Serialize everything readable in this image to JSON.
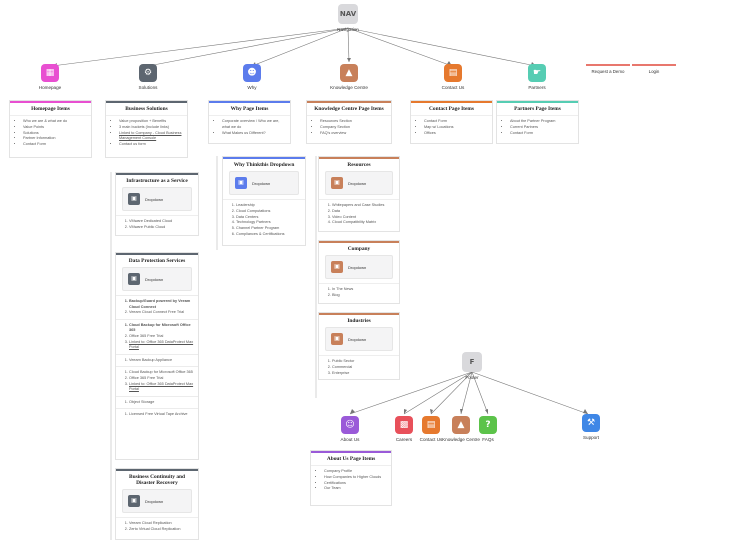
{
  "nav": {
    "icon_text": "NAV",
    "label": "Navigation"
  },
  "footer": {
    "icon_text": "F",
    "label": "Footer"
  },
  "top_nodes": [
    {
      "label": "Homepage",
      "color": "#e84fd1",
      "icon": "calendar-icon"
    },
    {
      "label": "Solutions",
      "color": "#5d6670",
      "icon": "gears-icon"
    },
    {
      "label": "Why",
      "color": "#5c7cec",
      "icon": "person-icon"
    },
    {
      "label": "Knowledge Centre",
      "color": "#c8805a",
      "icon": "graduation-cap-icon"
    },
    {
      "label": "Contact Us",
      "color": "#e6792e",
      "icon": "contact-card-icon"
    },
    {
      "label": "Partners",
      "color": "#56cdb3",
      "icon": "handshake-icon"
    }
  ],
  "top_links": {
    "register": "Request a Demo",
    "login": "Login"
  },
  "cards": {
    "homepage": {
      "title": "Homepage Items",
      "items": [
        "Who we are & what we do",
        "Value Points",
        "Solutions",
        "Partner Information",
        "Contact Form"
      ]
    },
    "solutions": {
      "title": "Business Solutions",
      "items": [
        "Value proposition + Benefits",
        "3 main buckets (Include links)",
        "Linked to Company - Cloud Business Management Console",
        "Contact us form"
      ]
    },
    "why": {
      "title": "Why Page Items",
      "items": [
        "Corporate overview / Who we are, what we do",
        "What Makes us Different?"
      ]
    },
    "knowledge": {
      "title": "Knowledge Centre Page Items",
      "items": [
        "Resources Section",
        "Company Section",
        "FAQ's overview"
      ]
    },
    "contact": {
      "title": "Contact Page Items",
      "items": [
        "Contact Form",
        "Map w/ Locations",
        "Offices"
      ]
    },
    "partners": {
      "title": "Partners Page Items",
      "items": [
        "About the Partner Program",
        "Current Partners",
        "Contact Form"
      ]
    },
    "why_dropdown": {
      "title": "Why Thinkthis Dropdown",
      "dropdown": "Dropdown",
      "items": [
        "Leadership",
        "Cloud Computations",
        "Data Centers",
        "Technology Partners",
        "Channel Partner Program",
        "Compliances & Certifications"
      ]
    },
    "infrastructure": {
      "title": "Infrastructure as a Service",
      "dropdown": "Dropdown",
      "items": [
        "VMware Dedicated Cloud",
        "VMware Public Cloud"
      ]
    },
    "data_protection": {
      "title": "Data Protection Services",
      "dropdown": "Dropdown",
      "groups": [
        [
          "Backup/Guard powered by Veeam Cloud Connect",
          "Veeam Cloud Connect Free Trial"
        ],
        [
          "Cloud Backup for Microsoft Office 365",
          "Office 365 Free Trial",
          "Linked to: Office 365 DataProtect Max Portal"
        ],
        [
          "Veeam Backup Appliance"
        ],
        [
          "Cloud Backup for Microsoft Office 365",
          "Office 365 Free Trial",
          "Linked to: Office 365 DataProtect Max Portal"
        ],
        [
          "Object Storage"
        ],
        [
          "Licensed Free Virtual Tape Archive"
        ]
      ]
    },
    "continuity": {
      "title": "Business Continuity and Disaster Recovery",
      "dropdown": "Dropdown",
      "items": [
        "Veeam Cloud Replication",
        "Zerto Virtual Cloud Replication"
      ]
    },
    "resources": {
      "title": "Resources",
      "dropdown": "Dropdown",
      "items": [
        "Whitepapers and Case Studies",
        "Data",
        "Video Content",
        "Cloud Compatibility Matrix"
      ]
    },
    "company": {
      "title": "Company",
      "dropdown": "Dropdown",
      "items": [
        "In The News",
        "Blog"
      ]
    },
    "industries": {
      "title": "Industries",
      "dropdown": "Dropdown",
      "items": [
        "Public Sector",
        "Commercial",
        "Enterprise"
      ]
    },
    "about": {
      "title": "About Us Page Items",
      "items": [
        "Company Profile",
        "How Companies to Higher Clouds",
        "Certifications",
        "Our Team"
      ]
    }
  },
  "footer_nodes": [
    {
      "label": "About Us",
      "color": "#9a5ad8",
      "icon": "people-icon"
    },
    {
      "label": "Careers",
      "color": "#e8505a",
      "icon": "briefcase-icon"
    },
    {
      "label": "Contact Us",
      "color": "#e6792e",
      "icon": "contact-card-icon"
    },
    {
      "label": "Knowledge Centre",
      "color": "#c8805a",
      "icon": "graduation-cap-icon"
    },
    {
      "label": "FAQs",
      "color": "#5cc34a",
      "icon": "question-icon"
    },
    {
      "label": "Support",
      "color": "#3f87e6",
      "icon": "wrench-icon"
    }
  ]
}
